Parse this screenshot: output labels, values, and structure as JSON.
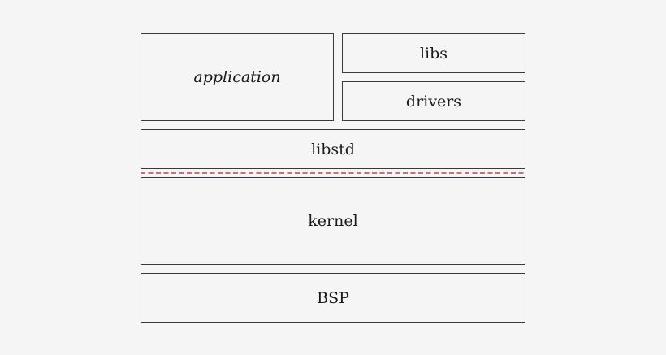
{
  "diagram": {
    "blocks": {
      "application": "application",
      "libs": "libs",
      "drivers": "drivers",
      "libstd": "libstd",
      "kernel": "kernel",
      "bsp": "BSP"
    },
    "separator": {
      "style": "dashed",
      "color": "#b5484f"
    }
  }
}
